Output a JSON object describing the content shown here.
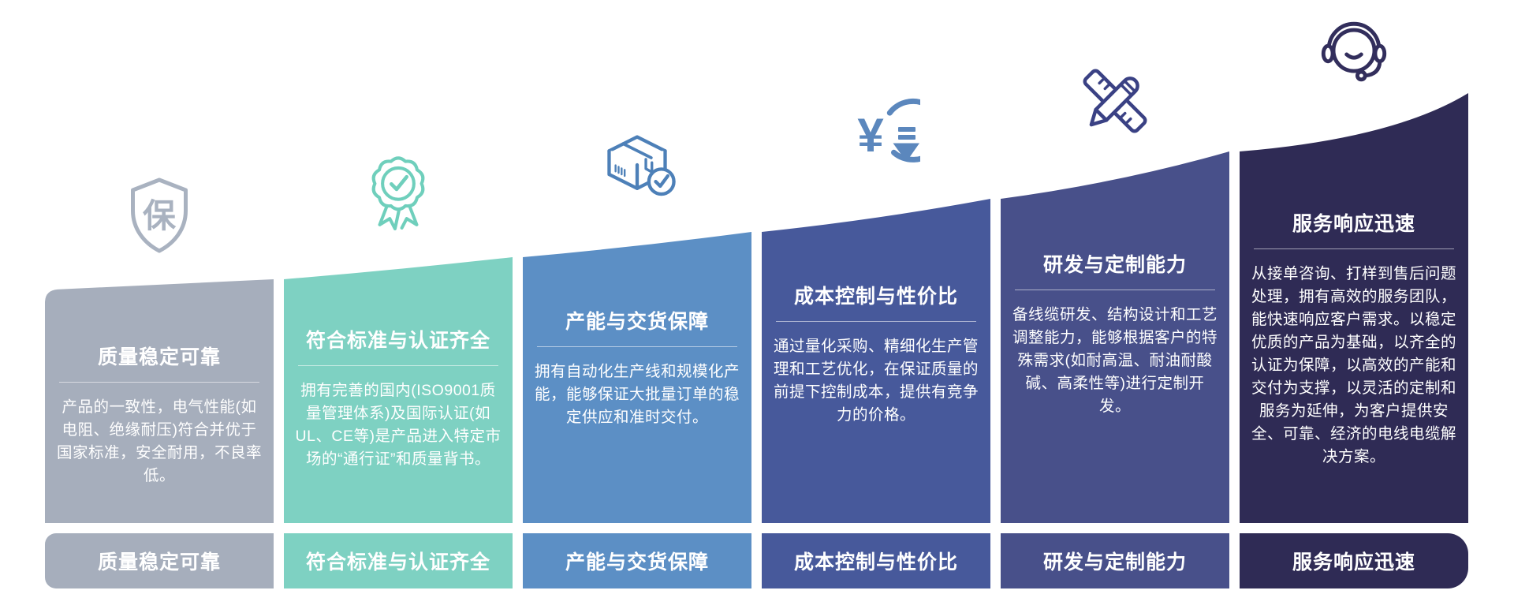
{
  "page": {
    "background_color": "#ffffff",
    "text_color": "#ffffff"
  },
  "columns": [
    {
      "icon": "shield-bao-icon",
      "icon_glyph": "保",
      "title": "质量稳定可靠",
      "body": "产品的一致性，电气性能(如电阻、绝缘耐压)符合并优于国家标准，安全耐用，不良率低。",
      "footer_label": "质量稳定可靠",
      "color": "#a6aebc",
      "icon_color": "#a9b2c0"
    },
    {
      "icon": "award-ribbon-check-icon",
      "title": "符合标准与认证齐全",
      "body": "拥有完善的国内(ISO9001质量管理体系)及国际认证(如UL、CE等)是产品进入特定市场的“通行证”和质量背书。",
      "footer_label": "符合标准与认证齐全",
      "color": "#7ed1c2",
      "icon_color": "#6fcfbc"
    },
    {
      "icon": "package-check-icon",
      "title": "产能与交货保障",
      "body": "拥有自动化生产线和规模化产能，能够保证大批量订单的稳定供应和准时交付。",
      "footer_label": "产能与交货保障",
      "color": "#5c8fc5",
      "icon_color": "#4d80b8"
    },
    {
      "icon": "cost-down-yuan-icon",
      "icon_glyph": "¥",
      "title": "成本控制与性价比",
      "body": "通过量化采购、精细化生产管理和工艺优化，在保证质量的前提下控制成本，提供有竞争力的价格。",
      "footer_label": "成本控制与性价比",
      "color": "#47599b",
      "icon_color": "#5b87bd"
    },
    {
      "icon": "pencil-ruler-icon",
      "title": "研发与定制能力",
      "body": "备线缆研发、结构设计和工艺调整能力，能够根据客户的特殊需求(如耐高温、耐油耐酸碱、高柔性等)进行定制开发。",
      "footer_label": "研发与定制能力",
      "color": "#48508a",
      "icon_color": "#3a4184"
    },
    {
      "icon": "headset-agent-icon",
      "title": "服务响应迅速",
      "body": "从接单咨询、打样到售后问题处理，拥有高效的服务团队，能快速响应客户需求。以稳定优质的产品为基础，以齐全的认证为保障，以高效的产能和交付为支撑，以灵活的定制和服务为延伸，为客户提供安全、可靠、经济的电线电缆解决方案。",
      "footer_label": "服务响应迅速",
      "color": "#2f2b55",
      "icon_color": "#322e5c"
    }
  ]
}
